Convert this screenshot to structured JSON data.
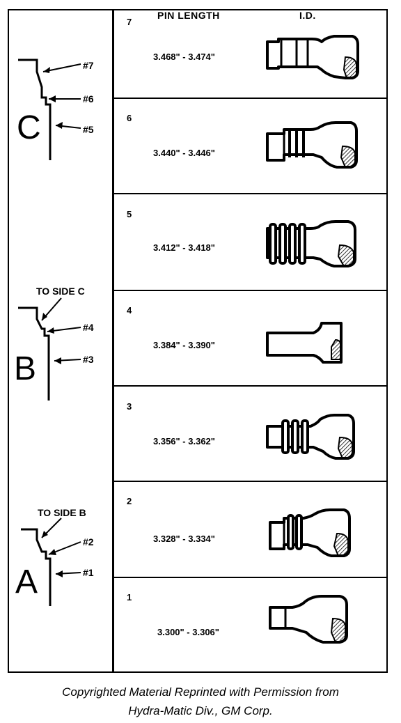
{
  "headers": {
    "pin_length": "PIN LENGTH",
    "id": "I.D."
  },
  "rows": [
    {
      "num": "7",
      "length": "3.468\" - 3.474\""
    },
    {
      "num": "6",
      "length": "3.440\" - 3.446\""
    },
    {
      "num": "5",
      "length": "3.412\" - 3.418\""
    },
    {
      "num": "4",
      "length": "3.384\" - 3.390\""
    },
    {
      "num": "3",
      "length": "3.356\" - 3.362\""
    },
    {
      "num": "2",
      "length": "3.328\" - 3.334\""
    },
    {
      "num": "1",
      "length": "3.300\" - 3.306\""
    }
  ],
  "groups": {
    "c": {
      "letter": "C",
      "labels": [
        "#7",
        "#6",
        "#5"
      ]
    },
    "b": {
      "letter": "B",
      "note": "TO SIDE C",
      "labels": [
        "#4",
        "#3"
      ]
    },
    "a": {
      "letter": "A",
      "note": "TO SIDE B",
      "labels": [
        "#2",
        "#1"
      ]
    }
  },
  "caption": {
    "line1": "Copyrighted Material Reprinted with Permission from",
    "line2": "Hydra-Matic Div., GM Corp."
  }
}
